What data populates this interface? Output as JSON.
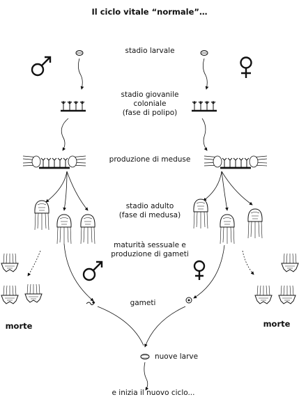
{
  "title": "Il ciclo vitale “normale”…",
  "stages": {
    "larval": "stadio larvale",
    "juvenile_1": "stadio giovanile",
    "juvenile_2": "coloniale",
    "juvenile_3": "(fase di polipo)",
    "medusa_production": "produzione di meduse",
    "adult_1": "stadio adulto",
    "adult_2": "(fase di medusa)",
    "maturity_1": "maturità sessuale e",
    "maturity_2": "produzione di gameti",
    "gametes": "gameti",
    "new_larvae": "nuove larve",
    "restart": "e inizia il nuovo ciclo..."
  },
  "death_left": "morte",
  "death_right": "morte",
  "symbols": {
    "male": "♂",
    "female": "♀"
  }
}
